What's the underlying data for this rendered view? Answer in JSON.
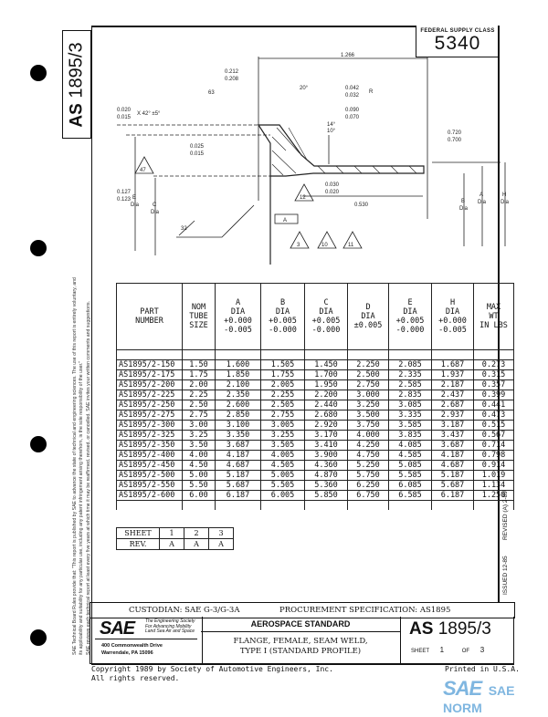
{
  "federal_supply_class": {
    "label": "FEDERAL SUPPLY CLASS",
    "value": "5340"
  },
  "doc_number_vertical": {
    "prefix": "AS",
    "number": "1895/3"
  },
  "disclaimer": {
    "line1": "SAE Technical Board Rules provide that: \"This report is published by SAE to advance the state of technical and engineering sciences. The use of this report is entirely voluntary, and",
    "line2": "its applicability and suitability for any particular use, including any patent infringement arising therefrom, is the sole responsibility of the user.\"",
    "line3": "SAE reviews each technical report at least every five years at which time it may be reaffirmed, revised, or cancelled. SAE invites your written comments and suggestions."
  },
  "drawing": {
    "labels": [
      "1.266",
      "0.212",
      "0.208",
      "20°",
      "0.042",
      "0.032",
      "R",
      "63",
      "0.020",
      "0.015",
      "X 42° ±5°",
      "0.090",
      "0.070",
      "14°",
      "10°",
      "0.720",
      "0.700",
      "0.025",
      "0.015",
      "0.030",
      "0.020",
      "E",
      "Dia",
      "C",
      "Dia",
      "0.127",
      "0.123",
      "0.530",
      "B",
      "Dia",
      "A",
      "Dia",
      "H",
      "Dia",
      "32",
      "A"
    ],
    "flags": [
      "47",
      "12",
      "3",
      "10",
      "11"
    ]
  },
  "table": {
    "headers": [
      [
        "PART",
        "NUMBER"
      ],
      [
        "NOM",
        "TUBE",
        "SIZE"
      ],
      [
        "A",
        "DIA",
        "+0.000",
        "-0.005"
      ],
      [
        "B",
        "DIA",
        "+0.005",
        "-0.000"
      ],
      [
        "C",
        "DIA",
        "+0.005",
        "-0.000"
      ],
      [
        "D",
        "DIA",
        "±0.005"
      ],
      [
        "E",
        "DIA",
        "+0.005",
        "-0.000"
      ],
      [
        "H",
        "DIA",
        "+0.000",
        "-0.005"
      ],
      [
        "MAX",
        "WT",
        "IN LBS"
      ]
    ],
    "rows": [
      [
        "AS1895/2-150",
        "1.50",
        "1.600",
        "1.505",
        "1.450",
        "2.250",
        "2.085",
        "1.687",
        "0.273"
      ],
      [
        "AS1895/2-175",
        "1.75",
        "1.850",
        "1.755",
        "1.700",
        "2.500",
        "2.335",
        "1.937",
        "0.315"
      ],
      [
        "AS1895/2-200",
        "2.00",
        "2.100",
        "2.005",
        "1.950",
        "2.750",
        "2.585",
        "2.187",
        "0.357"
      ],
      [
        "AS1895/2-225",
        "2.25",
        "2.350",
        "2.255",
        "2.200",
        "3.000",
        "2.835",
        "2.437",
        "0.399"
      ],
      [
        "AS1895/2-250",
        "2.50",
        "2.600",
        "2.505",
        "2.440",
        "3.250",
        "3.085",
        "2.687",
        "0.441"
      ],
      [
        "AS1895/2-275",
        "2.75",
        "2.850",
        "2.755",
        "2.680",
        "3.500",
        "3.335",
        "2.937",
        "0.473"
      ],
      [
        "AS1895/2-300",
        "3.00",
        "3.100",
        "3.005",
        "2.920",
        "3.750",
        "3.585",
        "3.187",
        "0.515"
      ],
      [
        "AS1895/2-325",
        "3.25",
        "3.350",
        "3.255",
        "3.170",
        "4.000",
        "3.835",
        "3.437",
        "0.567"
      ],
      [
        "AS1895/2-350",
        "3.50",
        "3.687",
        "3.505",
        "3.410",
        "4.250",
        "4.085",
        "3.687",
        "0.714"
      ],
      [
        "AS1895/2-400",
        "4.00",
        "4.187",
        "4.005",
        "3.900",
        "4.750",
        "4.585",
        "4.187",
        "0.798"
      ],
      [
        "AS1895/2-450",
        "4.50",
        "4.687",
        "4.505",
        "4.360",
        "5.250",
        "5.085",
        "4.687",
        "0.914"
      ],
      [
        "AS1895/2-500",
        "5.00",
        "5.187",
        "5.005",
        "4.870",
        "5.750",
        "5.585",
        "5.187",
        "1.019"
      ],
      [
        "AS1895/2-550",
        "5.50",
        "5.687",
        "5.505",
        "5.360",
        "6.250",
        "6.085",
        "5.687",
        "1.134"
      ],
      [
        "AS1895/2-600",
        "6.00",
        "6.187",
        "6.005",
        "5.850",
        "6.750",
        "6.585",
        "6.187",
        "1.250"
      ]
    ]
  },
  "revision_table": {
    "sheet_label": "SHEET",
    "rev_label": "REV.",
    "sheets": [
      "1",
      "2",
      "3"
    ],
    "revs": [
      "A",
      "A",
      "A"
    ]
  },
  "issue_strip": {
    "issued": "ISSUED  12-85",
    "revised": "REVISED  (A)  2-89"
  },
  "custodian": {
    "text": "CUSTODIAN:  SAE G-3/G-3A",
    "procurement": "PROCUREMENT SPECIFICATION:  AS1895"
  },
  "title_block": {
    "logo": "SAE",
    "tagline": [
      "The Engineering Society",
      "For Advancing Mobility",
      "Land Sea Air and Space"
    ],
    "address1": "400 Commonwealth Drive",
    "address2": "Warrendale, PA  15096",
    "category": "AEROSPACE STANDARD",
    "title1": "FLANGE, FEMALE, SEAM WELD,",
    "title2": "TYPE I (STANDARD PROFILE)",
    "doc_prefix": "AS",
    "doc_number": "1895/3",
    "sheet_label": "SHEET",
    "sheet": "1",
    "of_label": "OF",
    "of": "3"
  },
  "footer": {
    "copyright1": "Copyright 1989 by Society of Automotive Engineers, Inc.",
    "copyright2": "All rights reserved.",
    "printed": "Printed in U.S.A."
  },
  "watermark": {
    "text": "SAE NORM",
    "logo": "SAE",
    "color": "#7fb6e0"
  }
}
